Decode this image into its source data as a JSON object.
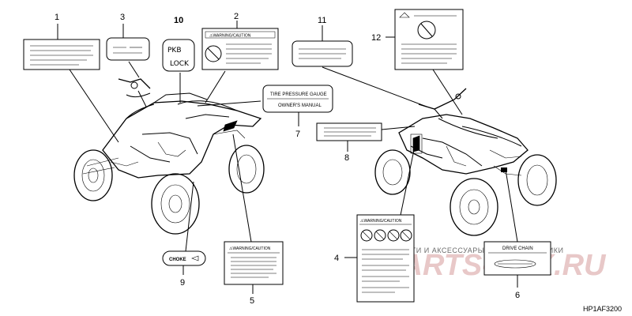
{
  "callouts": {
    "n1": "1",
    "n2": "2",
    "n3": "3",
    "n4": "4",
    "n5": "5",
    "n6": "6",
    "n7": "7",
    "n8": "8",
    "n9": "9",
    "n10": "10",
    "n11": "11",
    "n12": "12"
  },
  "labels": {
    "label2_header": "⚠WARNING/CAUTION",
    "label4_header": "⚠WARNING/CAUTION",
    "label5_header": "⚠WARNING/CAUTION",
    "label6_text": "DRIVE CHAIN",
    "label7_line1": "TIRE PRESSURE GAUGE",
    "label7_line2": "OWNER'S MANUAL",
    "label9_text": "CHOKE",
    "label10_top": "PKB",
    "label10_bottom": "LOCK"
  },
  "watermark": {
    "line1": "ЗАПЧАСТИ И АКСЕССУАРЫ ДЛЯ МОТОТЕХНИКИ",
    "line2": "PARTS-FOX.RU"
  },
  "diagram_code": "HP1AF3200"
}
